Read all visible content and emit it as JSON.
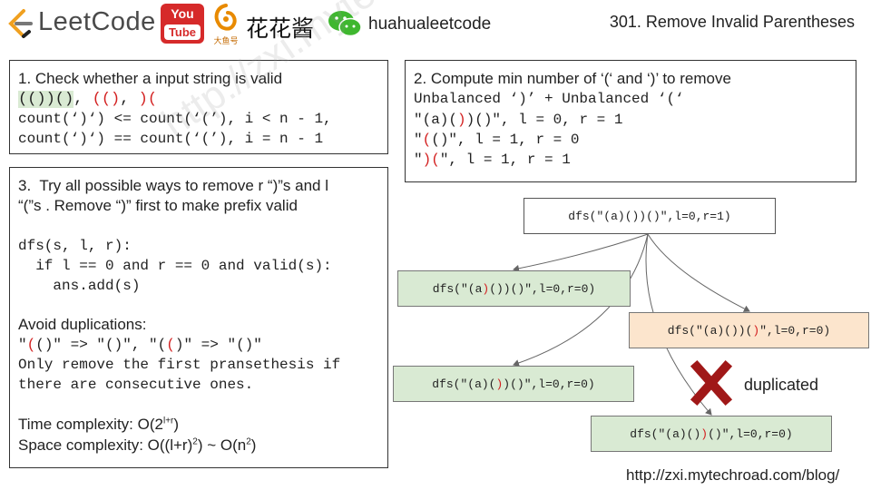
{
  "header": {
    "brand": "LeetCode",
    "youtube_top": "You",
    "youtube_bottom": "Tube",
    "fish_label": "大鱼号",
    "chinese_name": "花花酱",
    "wechat_id": "huahualeetcode",
    "title": "301. Remove Invalid Parentheses"
  },
  "box1": {
    "heading": "1. Check whether a input string is valid",
    "examples": [
      "(())()",
      "(()",
      ")("
    ],
    "rule_lt": "count(‘)‘) <= count(‘(’), i < n - 1,",
    "rule_eq": "count(‘)‘) == count(‘(’), i = n - 1"
  },
  "box2": {
    "heading": "2. Compute min number of ‘(‘ and ‘)’ to remove",
    "subheading": "Unbalanced ‘)’ + Unbalanced ‘(‘",
    "ex1": {
      "a": "\"(a)(",
      "r": ")",
      "b": ")()\", l = 0, r = 1"
    },
    "ex2": {
      "a": "\"",
      "r": "(",
      "b": "()\", l = 1, r = 0"
    },
    "ex3": {
      "a": "\"",
      "r": ")(",
      "b": "\", l = 1, r = 1"
    }
  },
  "box3": {
    "heading_1": "3.  Try all possible ways to remove r “)”s and l",
    "heading_2": "“(”s . Remove “)” first to make prefix valid",
    "code_1": "dfs(s, l, r):",
    "code_2": "  if l == 0 and r == 0 and valid(s):",
    "code_3": "    ans.add(s)",
    "avoid": "Avoid duplications:",
    "dup_ex": {
      "q1": "\"",
      "r1": "(",
      "m1": "()\" => \"()\", \"(",
      "r2": "(",
      "e1": ")\" => \"()\""
    },
    "note_1": "Only remove the first pransethesis if",
    "note_2": "there are consecutive ones.",
    "time_label": "Time complexity: O(2",
    "time_sup": "l+r",
    "time_end": ")",
    "space_label": "Space complexity: O((l+r)",
    "space_sup1": "2",
    "space_mid": ") ~ O(n",
    "space_sup2": "2",
    "space_end": ")"
  },
  "tree": {
    "root": "dfs(\"(a)())()\",l=0,r=1)",
    "a": {
      "pre": "dfs(\"(a",
      "x": ")",
      "post": "())()\",l=0,r=0)"
    },
    "b": {
      "pre": "dfs(\"(a)())(",
      "x": ")",
      "post": "\",l=0,r=0)"
    },
    "c": {
      "pre": "dfs(\"(a)(",
      "x": ")",
      "post": ")()\",l=0,r=0)"
    },
    "d": {
      "pre": "dfs(\"(a)()",
      "x": ")",
      "post": "()\",l=0,r=0)"
    },
    "duplicated": "duplicated"
  },
  "footer_url": "http://zxi.mytechroad.com/blog/",
  "watermark": "http://zxi.mytechroad.com/blog/",
  "colors": {
    "red": "#d32020",
    "green_node": "#d9ead3",
    "orange_node": "#fce5cd",
    "cross": "#a01818"
  }
}
